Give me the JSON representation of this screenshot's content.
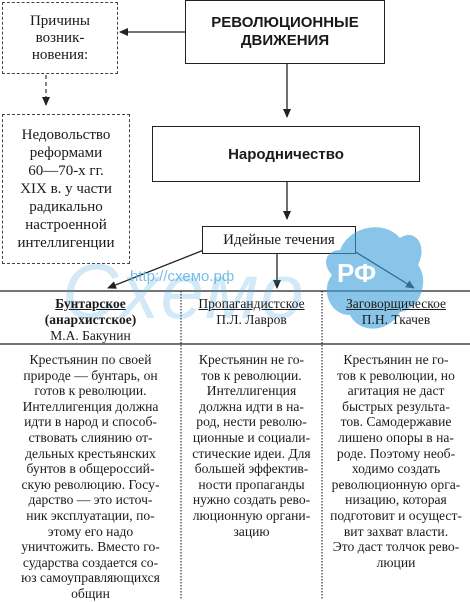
{
  "title_box": {
    "line1": "РЕВОЛЮЦИОННЫЕ",
    "line2": "ДВИЖЕНИЯ"
  },
  "causes_box": {
    "line1": "Причины",
    "line2": "возник-",
    "line3": "новения:"
  },
  "reason_box": {
    "lines": [
      "Недовольство",
      "реформами",
      "60—70-х гг.",
      "XIX в. у части",
      "радикально",
      "настроенной",
      "интеллигенции"
    ]
  },
  "narod_box": {
    "label": "Народничество"
  },
  "ideas_box": {
    "label": "Идейные течения"
  },
  "columns": [
    {
      "head1": "Бунтарское",
      "head2": "(анархистское)",
      "head3": "М.А. Бакунин",
      "lines": [
        "Крестьянин по своей",
        "природе — бунтарь, он",
        "готов к революции.",
        "Интеллигенция должна",
        "идти в народ и способ-",
        "ствовать слиянию от-",
        "дельных крестьянских",
        "бунтов в общероссий-",
        "скую революцию. Госу-",
        "дарство — это источ-",
        "ник эксплуатации, по-",
        "этому его надо",
        "уничтожить. Вместо го-",
        "сударства создается со-",
        "юз самоуправляющихся",
        "общин"
      ]
    },
    {
      "head1": "Пропагандистское",
      "head2": "П.Л. Лавров",
      "lines": [
        "Крестьянин не го-",
        "тов к революции.",
        "Интеллигенция",
        "должна идти в на-",
        "род, нести револю-",
        "ционные и социали-",
        "стические идеи. Для",
        "большей эффектив-",
        "ности пропаганды",
        "нужно создать рево-",
        "люционную органи-",
        "зацию"
      ]
    },
    {
      "head1": "Заговорщическое",
      "head2": "П.Н. Ткачев",
      "lines": [
        "Крестьянин не го-",
        "тов к революции, но",
        "агитация не даст",
        "быстрых результа-",
        "тов. Самодержавие",
        "лишено опоры в на-",
        "роде. Поэтому необ-",
        "ходимо создать",
        "революционную орга-",
        "низацию, которая",
        "подготовит и осущест-",
        "вит захват власти.",
        "Это даст толчок рево-",
        "люции"
      ]
    }
  ],
  "watermark": {
    "url": "http://схемо.рф",
    "logo_text": "Схемо",
    "logo_rf": "РФ"
  },
  "colors": {
    "watermark": "#3aa0dc",
    "line": "#222222"
  }
}
